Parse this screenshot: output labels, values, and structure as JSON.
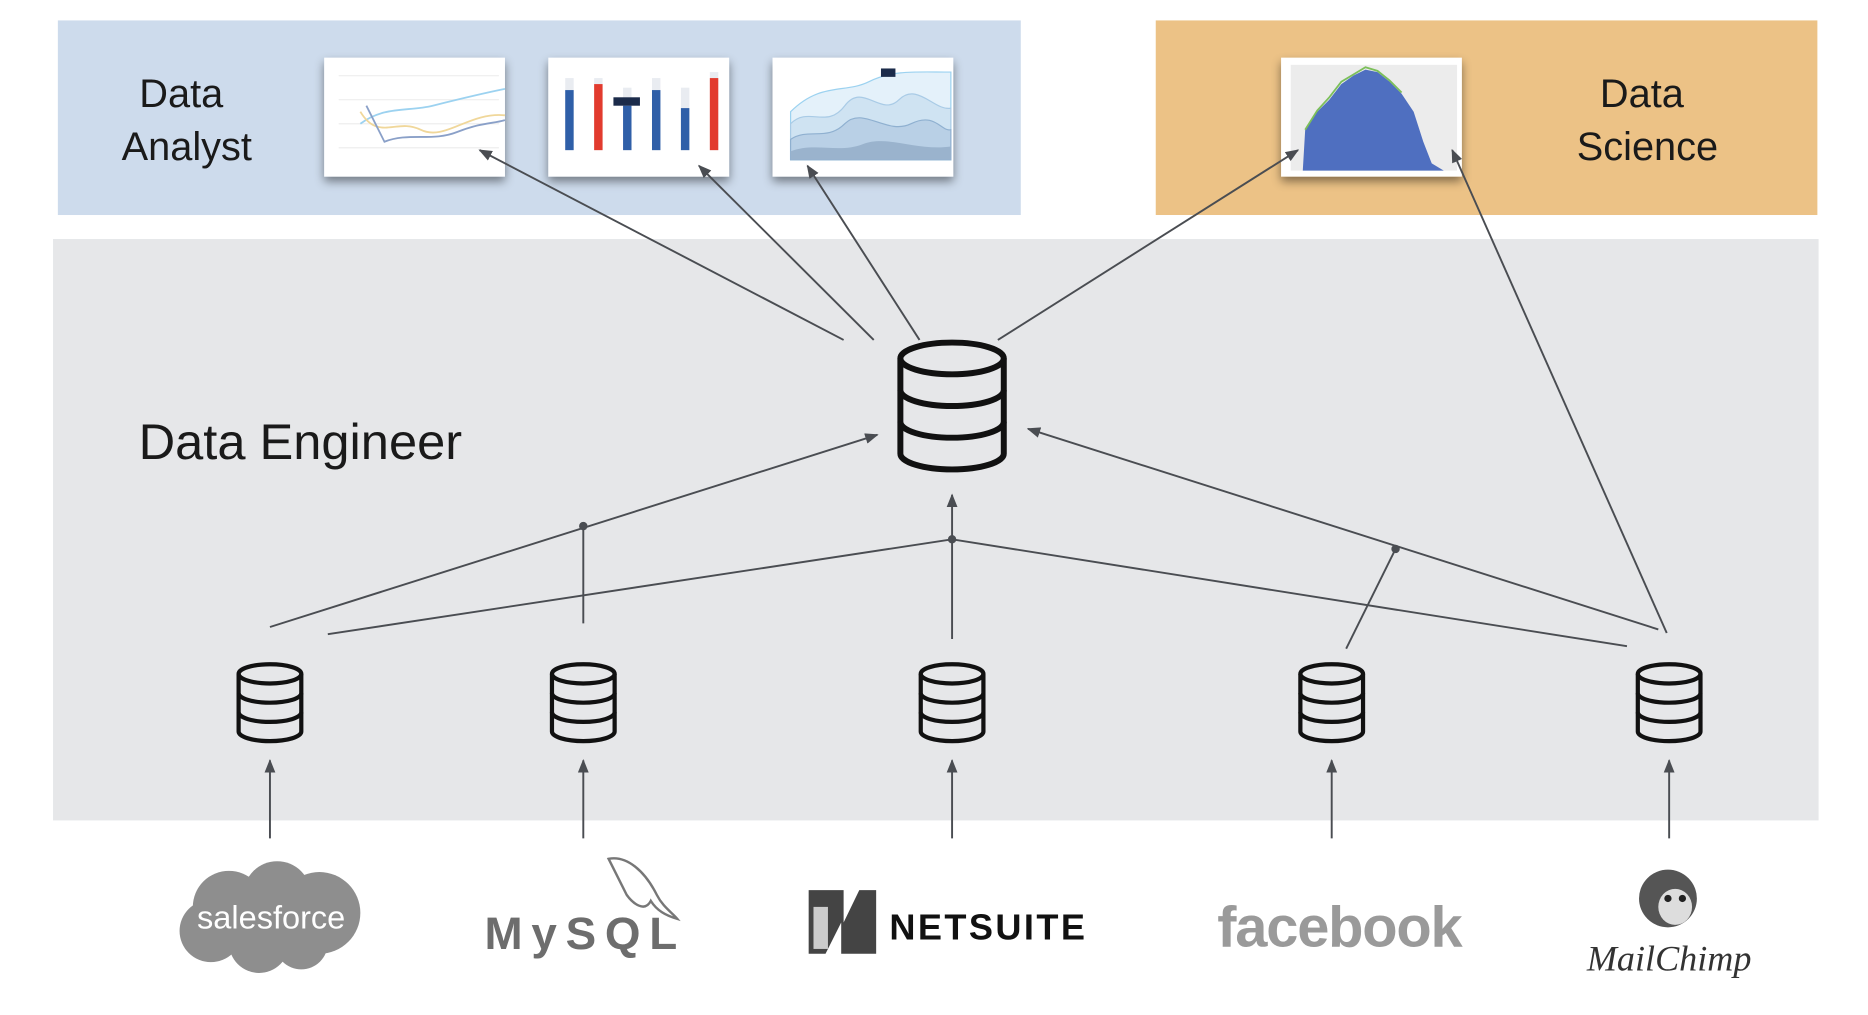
{
  "roles": {
    "analyst": {
      "line1": "Data",
      "line2": "Analyst",
      "color": "#cddbec"
    },
    "science": {
      "line1": "Data",
      "line2": "Science",
      "color": "#ecc286"
    },
    "engineer": {
      "label": "Data Engineer",
      "color": "#e6e7e9"
    }
  },
  "sources": [
    {
      "name": "salesforce",
      "icon": "salesforce-logo"
    },
    {
      "name": "MySQL",
      "icon": "mysql-logo"
    },
    {
      "name": "NETSUITE",
      "icon": "netsuite-logo"
    },
    {
      "name": "facebook",
      "icon": "facebook-logo"
    },
    {
      "name": "MailChimp",
      "icon": "mailchimp-logo"
    }
  ],
  "thumbnails": [
    {
      "type": "line",
      "icon": "line-chart-thumbnail"
    },
    {
      "type": "bar",
      "icon": "bar-chart-thumbnail",
      "colors": [
        "#2f5fa8",
        "#e23b2e"
      ]
    },
    {
      "type": "area",
      "icon": "area-chart-thumbnail"
    },
    {
      "type": "histogram",
      "icon": "histogram-thumbnail",
      "colors": [
        "#4f6fc0"
      ]
    }
  ]
}
